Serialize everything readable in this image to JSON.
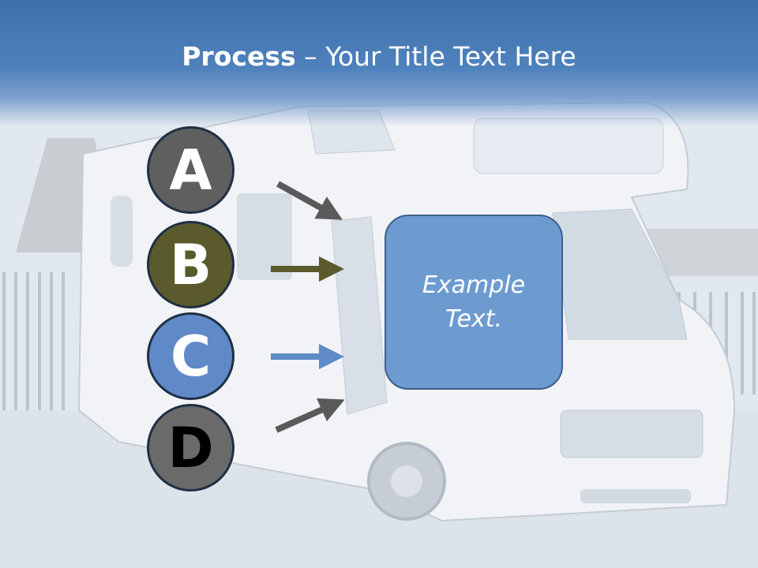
{
  "title": {
    "bold": "Process",
    "rest": " – Your Title Text Here"
  },
  "steps": [
    {
      "letter": "A",
      "color": "#5f5f5f"
    },
    {
      "letter": "B",
      "color": "#5b5a2c"
    },
    {
      "letter": "C",
      "color": "#5f8ac7"
    },
    {
      "letter": "D",
      "color": "#6a6a6a"
    }
  ],
  "box": {
    "text": "Example Text."
  },
  "colors": {
    "title_band": "#4f82bd",
    "box_fill": "#6d9bd0",
    "arrow_gray": "#5a5a5a",
    "arrow_olive": "#5b5a2c",
    "arrow_blue": "#5f8ac7"
  }
}
